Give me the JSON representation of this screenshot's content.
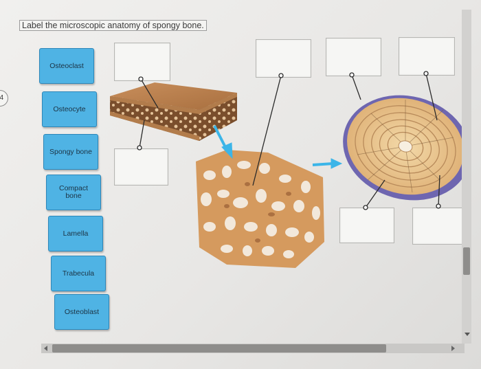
{
  "question": {
    "number": "4",
    "prompt": "Label the microscopic anatomy of spongy bone."
  },
  "labels": [
    {
      "id": "osteoclast",
      "text": "Osteoclast"
    },
    {
      "id": "osteocyte",
      "text": "Osteocyte"
    },
    {
      "id": "spongy-bone",
      "text": "Spongy bone"
    },
    {
      "id": "compact-bone",
      "text": "Compact\nbone"
    },
    {
      "id": "lamella",
      "text": "Lamella"
    },
    {
      "id": "trabecula",
      "text": "Trabecula"
    },
    {
      "id": "osteoblast",
      "text": "Osteoblast"
    }
  ],
  "colors": {
    "label_fill": "#4fb3e4",
    "label_border": "#2d86b8",
    "arrow": "#3cb5e8",
    "bone_tan": "#d8a06a",
    "cortex": "#b98353",
    "osteoclast_purple": "#7b72b8"
  }
}
